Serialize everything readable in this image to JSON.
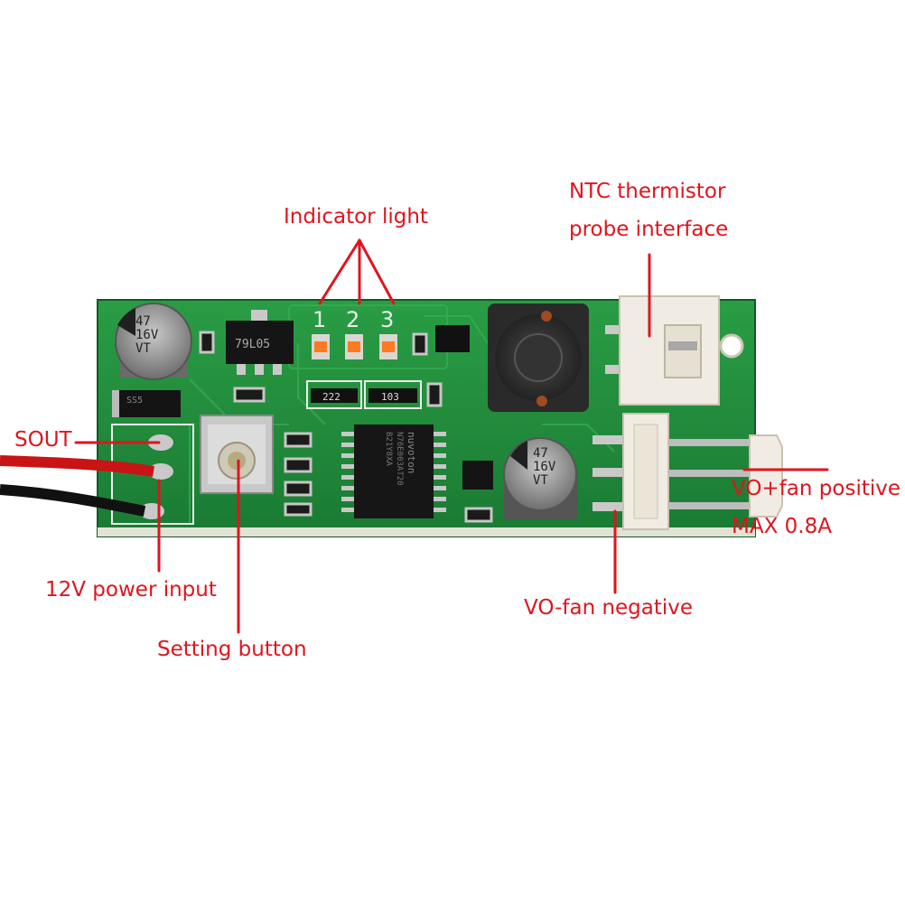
{
  "labels": {
    "indicator": "Indicator light",
    "ntc_line1": "NTC thermistor",
    "ntc_line2": "probe interface",
    "sout": "SOUT",
    "vo_plus": "VO+fan positive",
    "max_current": "MAX 0.8A",
    "power_input": "12V power input",
    "setting_button": "Setting button",
    "vo_minus": "VO-fan negative"
  },
  "board_markings": {
    "led_numbers": [
      "1",
      "2",
      "3"
    ],
    "cap_top": [
      "47",
      "16V",
      "VT"
    ],
    "cap_bottom": [
      "47",
      "16V",
      "VT"
    ],
    "regulator": "79L05",
    "resistor_1": "222",
    "resistor_2": "103",
    "mcu_lines": [
      "nuvoton",
      "N76E003AT20",
      "B21Y8XA"
    ],
    "diode": "SS5"
  },
  "colors": {
    "label": "#e0141e",
    "pcb": "#1f8a3a",
    "connector": "#f0ece4"
  }
}
